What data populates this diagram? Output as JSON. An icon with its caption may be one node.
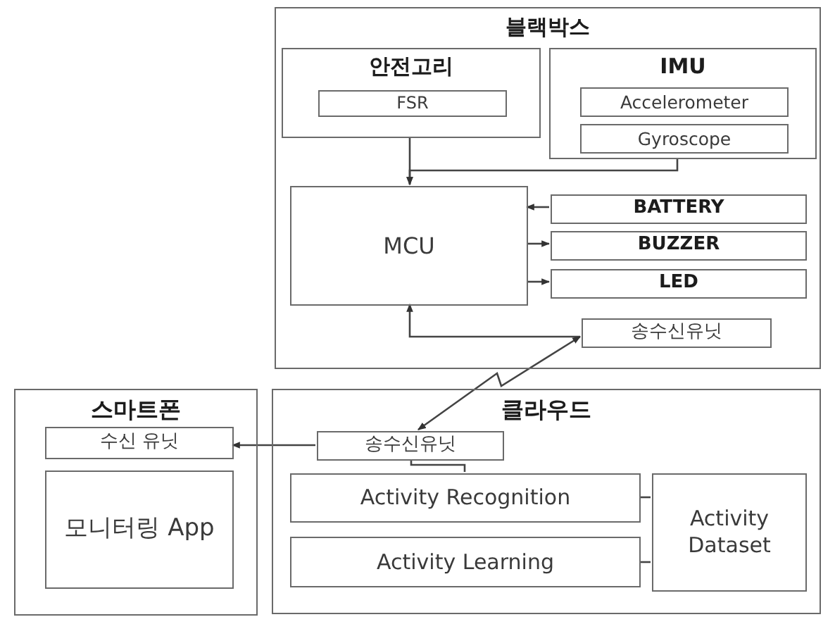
{
  "diagram": {
    "nodes": [
      {
        "text": [
          "블랙박스"
        ]
      },
      {
        "text": [
          "안전고리"
        ],
        "in": 0
      },
      {
        "text": [
          "FSR"
        ],
        "in": 1
      },
      {
        "text": [
          "IMU"
        ],
        "in": 0
      },
      {
        "text": [
          "Accelerometer"
        ],
        "in": 3
      },
      {
        "text": [
          "Gyroscope"
        ],
        "in": 3
      },
      {
        "text": [
          "MCU"
        ],
        "in": 0
      },
      {
        "text": [
          "BATTERY"
        ],
        "in": 0
      },
      {
        "text": [
          "BUZZER"
        ],
        "in": 0
      },
      {
        "text": [
          "LED"
        ],
        "in": 0
      },
      {
        "text": [
          "송수신유닛"
        ],
        "in": 0
      },
      {
        "text": [
          "스마트폰"
        ]
      },
      {
        "text": [
          "수신 유닛"
        ],
        "in": 11
      },
      {
        "text": [
          "모니터링 App"
        ],
        "in": 11
      },
      {
        "text": [
          "클라우드"
        ]
      },
      {
        "text": [
          "송수신유닛"
        ],
        "in": 14
      },
      {
        "text": [
          "Activity Recognition"
        ],
        "in": 14
      },
      {
        "text": [
          "Activity Learning"
        ],
        "in": 14
      },
      {
        "text": [
          "Activity Dataset"
        ],
        "in": 14
      }
    ],
    "edges": [
      {
        "from": 1,
        "to": 6,
        "arrow": "to"
      },
      {
        "from": 3,
        "to": 6,
        "arrow": "to"
      },
      {
        "from": 7,
        "to": 6,
        "arrow": "to"
      },
      {
        "from": 6,
        "to": 8,
        "arrow": "to"
      },
      {
        "from": 6,
        "to": 9,
        "arrow": "to"
      },
      {
        "from": 10,
        "to": 6,
        "arrow": "to"
      },
      {
        "from": 10,
        "to": 15,
        "arrow": "both"
      },
      {
        "from": 15,
        "to": 12,
        "arrow": "to"
      },
      {
        "from": 15,
        "to": 16,
        "arrow": "none"
      },
      {
        "from": 16,
        "to": 18,
        "arrow": "none"
      },
      {
        "from": 17,
        "to": 18,
        "arrow": "none"
      }
    ]
  }
}
